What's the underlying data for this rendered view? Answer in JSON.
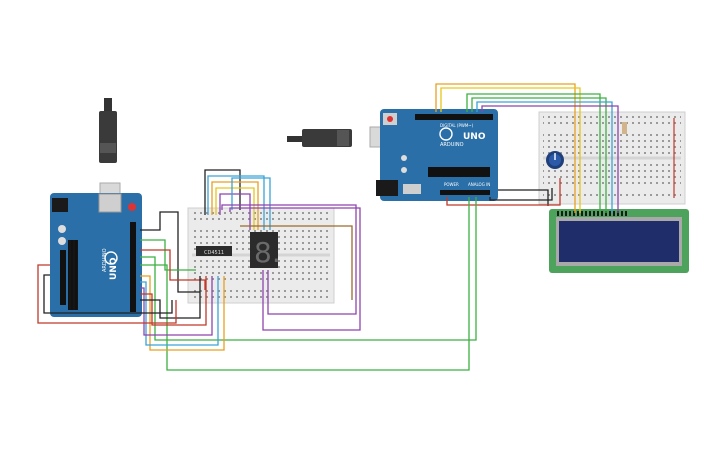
{
  "boards": {
    "left": {
      "model_label": "UNO",
      "brand_label": "ARDUINO"
    },
    "top": {
      "model_label": "UNO",
      "brand_label": "ARDUINO",
      "digital_label": "DIGITAL (PWM~)",
      "power_label": "POWER",
      "analog_label": "ANALOG IN"
    }
  },
  "ic": {
    "part_label": "CD4511"
  },
  "seven_segment": {
    "digit": "8."
  },
  "lcd": {
    "screen_color": "#1f2d6b",
    "pcb_color": "#4ea35c"
  },
  "colors": {
    "board_blue": "#2a6fa8",
    "breadboard": "#ebebeb",
    "wire_red": "#c0392b",
    "wire_black": "#222222",
    "wire_green": "#3cb043",
    "wire_orange": "#e8a020",
    "wire_yellow": "#e6c619",
    "wire_purple": "#8e44ad",
    "wire_blue": "#3aa3d6",
    "wire_brown": "#9a6a2f"
  }
}
